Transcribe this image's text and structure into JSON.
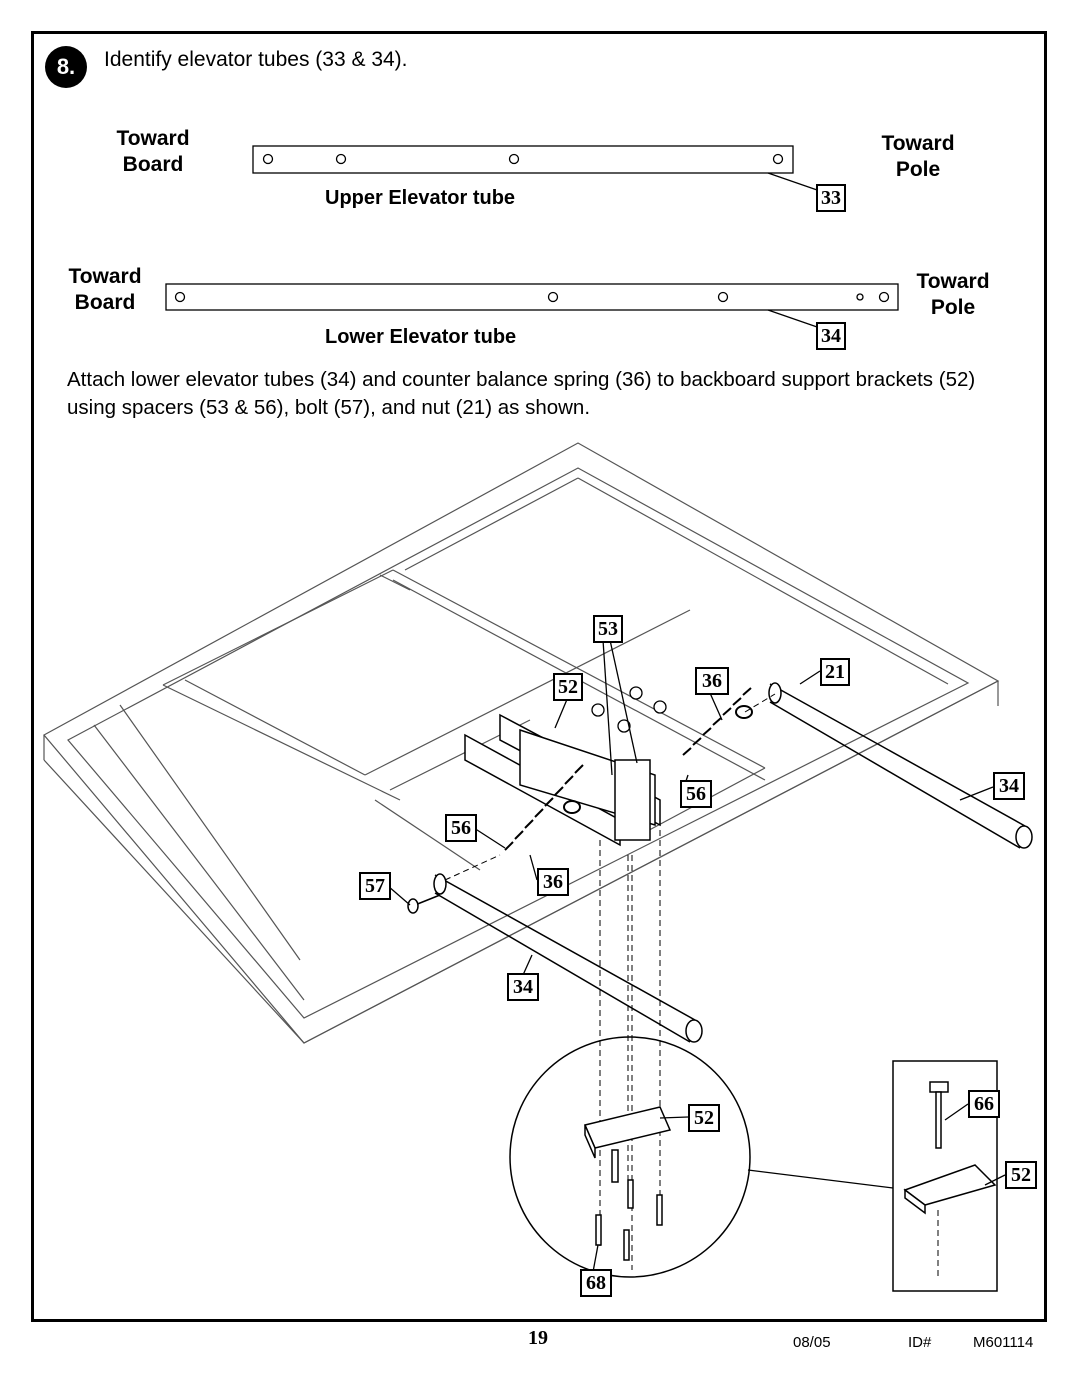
{
  "step": {
    "number": "8.",
    "title": "Identify elevator tubes (33 & 34)."
  },
  "upper_tube": {
    "left_label_1": "Toward",
    "left_label_2": "Board",
    "right_label_1": "Toward",
    "right_label_2": "Pole",
    "name": "Upper Elevator tube",
    "part": "33"
  },
  "lower_tube": {
    "left_label_1": "Toward",
    "left_label_2": "Board",
    "right_label_1": "Toward",
    "right_label_2": "Pole",
    "name": "Lower Elevator tube",
    "part": "34"
  },
  "instruction": "Attach lower elevator tubes (34) and counter balance spring (36) to backboard support brackets (52) using spacers (53 & 56), bolt (57), and nut (21) as shown.",
  "callouts": {
    "c53": "53",
    "c52a": "52",
    "c36a": "36",
    "c21": "21",
    "c34a": "34",
    "c56a": "56",
    "c56b": "56",
    "c57": "57",
    "c36b": "36",
    "c34b": "34",
    "c52b": "52",
    "c68": "68",
    "c66": "66",
    "c52c": "52"
  },
  "footer": {
    "page": "19",
    "date": "08/05",
    "id_label": "ID#",
    "id_value": "M601114"
  }
}
